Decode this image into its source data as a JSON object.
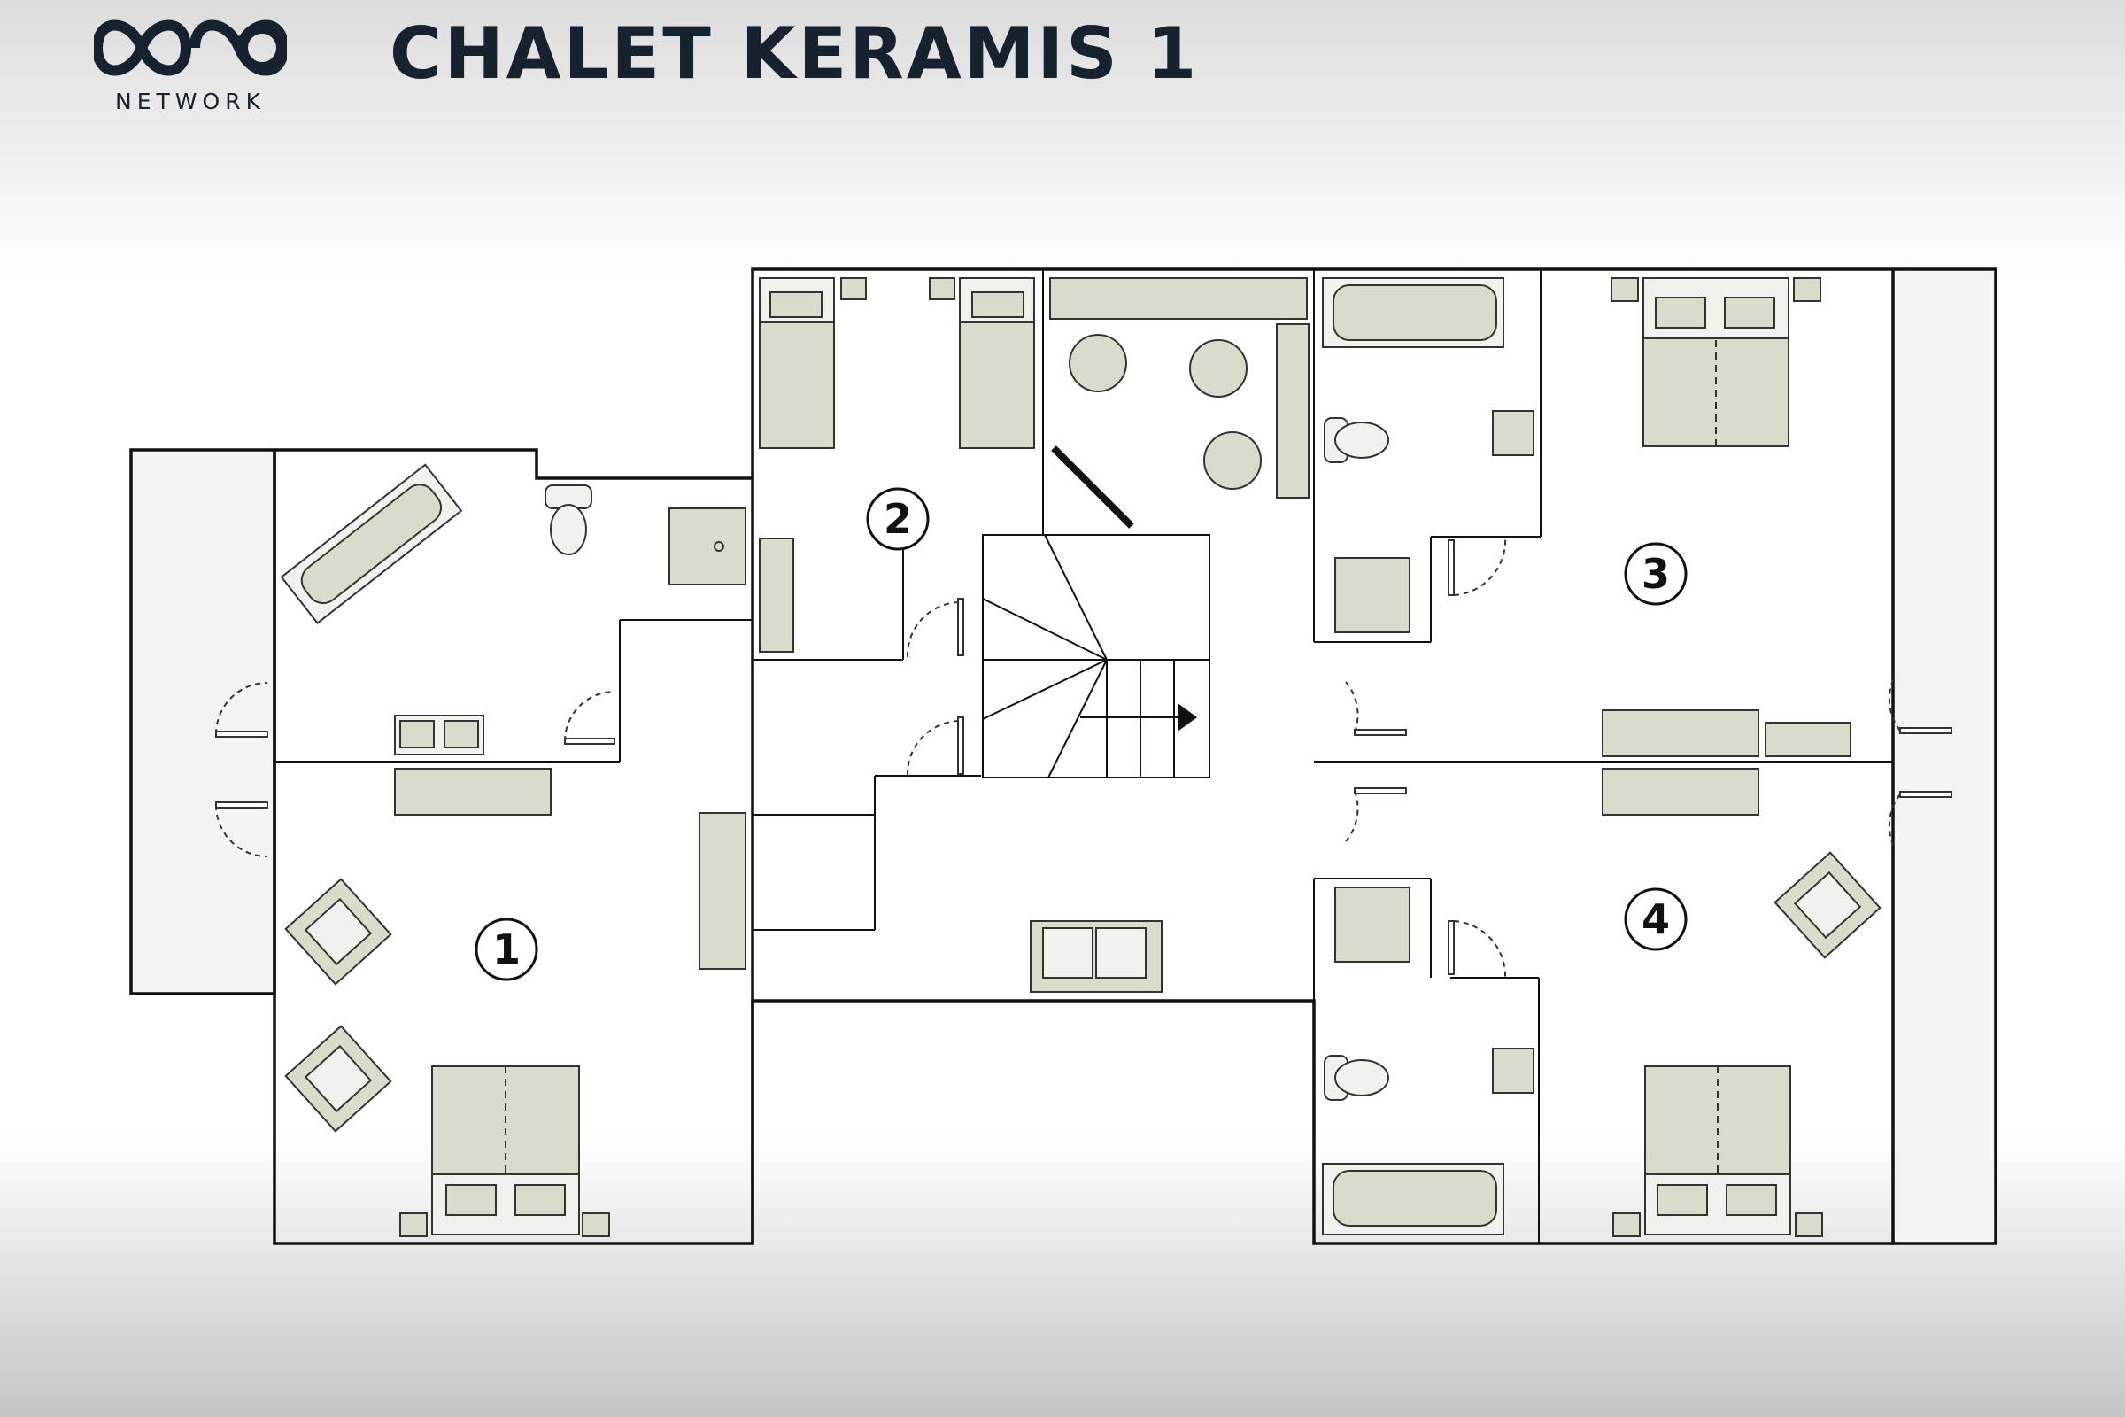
{
  "header": {
    "brand_wordmark": "NETWORK",
    "title": "CHALET KERAMIS 1"
  },
  "rooms": [
    {
      "number": "1"
    },
    {
      "number": "2"
    },
    {
      "number": "3"
    },
    {
      "number": "4"
    }
  ],
  "colors": {
    "brand_navy": "#16232f",
    "furniture_fill": "#d9dcca",
    "wall": "#111111"
  }
}
